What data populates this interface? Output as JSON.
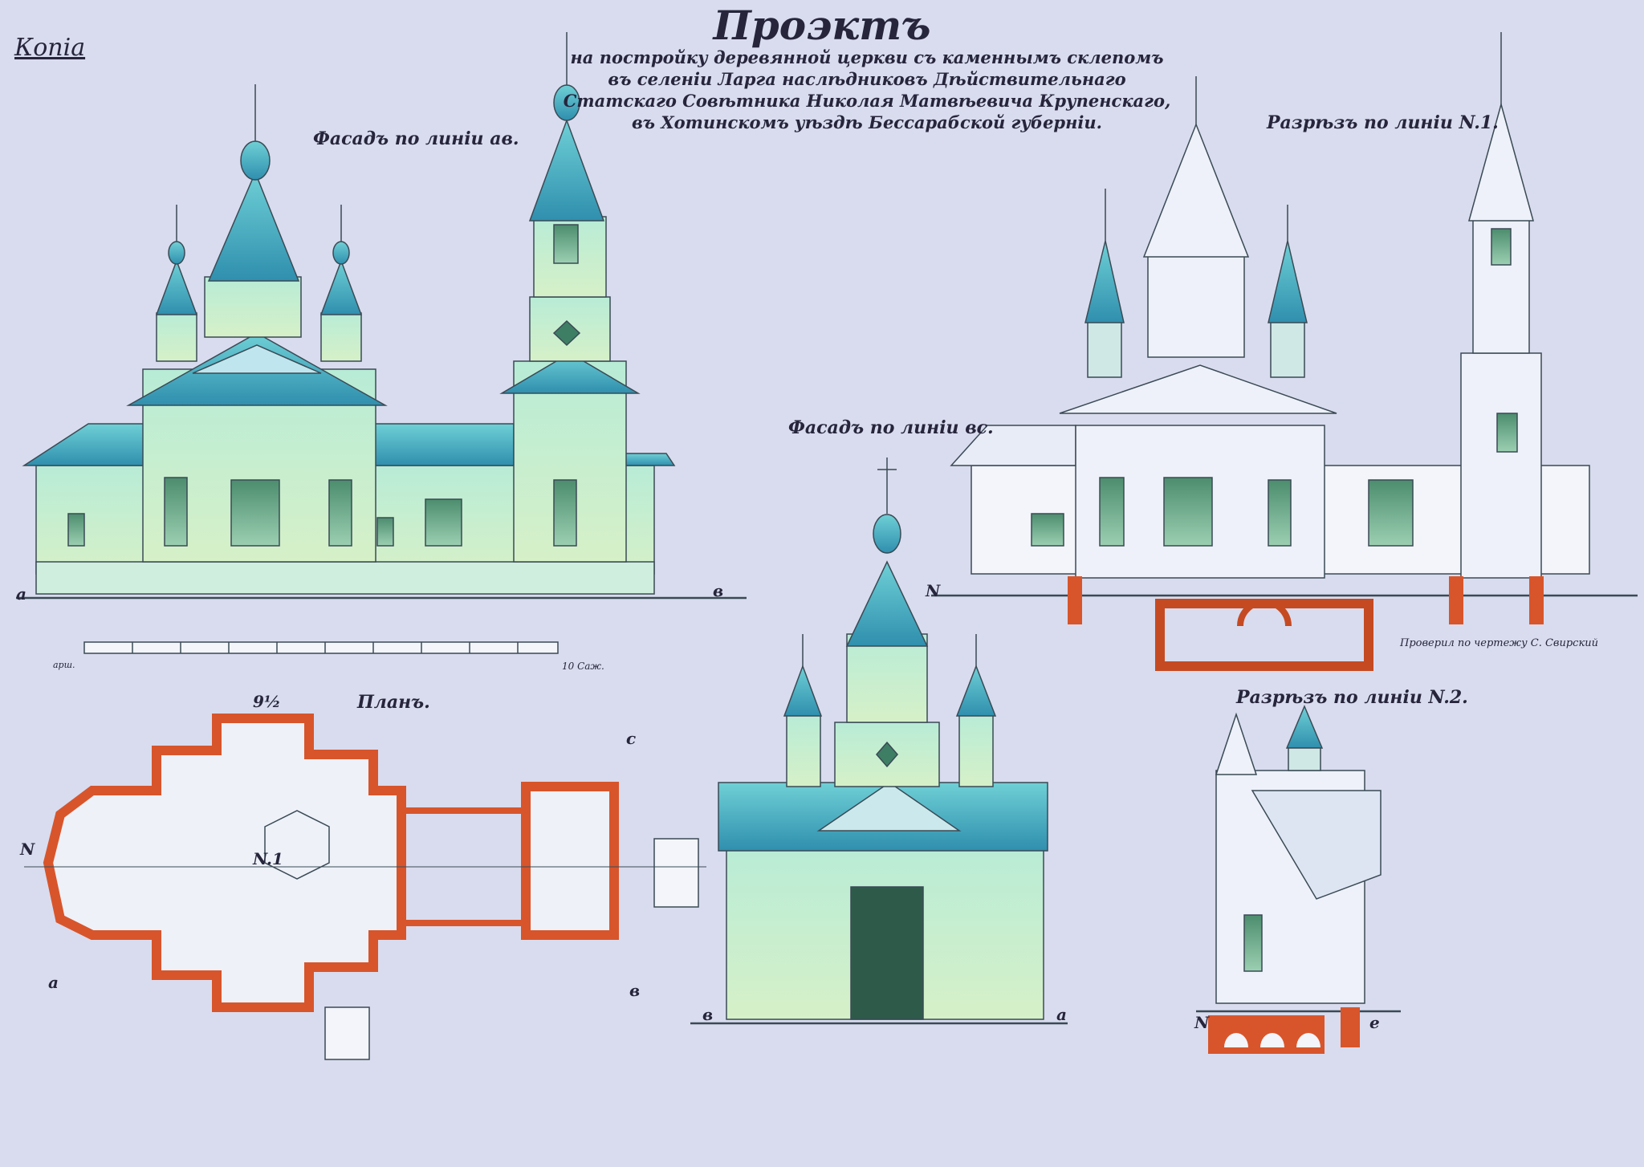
{
  "sheet": {
    "stamp": "Копiа",
    "title": "Проэктъ",
    "subtitle": "на постройку деревянной церкви съ каменнымъ склепомъ въ селенiи Ларга наслѣдниковъ Дѣйствительнаго Статскаго Совѣтника Николая Матвѣевича Крупенскаго, въ Хотинскомъ уѣздѣ Бессарабской губернiи."
  },
  "labels": {
    "facade_ab": "Фасадъ по линiи ав.",
    "facade_bc": "Фасадъ по линiи вс.",
    "section_1": "Разрѣзъ по линiи N.1.",
    "section_2": "Разрѣзъ по линiи N.2.",
    "plan": "Планъ."
  },
  "points": {
    "a": "а",
    "b": "в",
    "c": "с",
    "n": "N",
    "n1": "N.1",
    "nine": "9½",
    "e": "е"
  },
  "scale": {
    "unit": "арш.",
    "end": "10 Саж."
  },
  "note": "Проверил по чертежу С. Свирский",
  "colors": {
    "paper": "#d9dcee",
    "roof": "#3f9db5",
    "roof_light": "#6cc6cf",
    "wall": "#a9e6cf",
    "brick": "#d8552b",
    "ink": "#26253c"
  }
}
